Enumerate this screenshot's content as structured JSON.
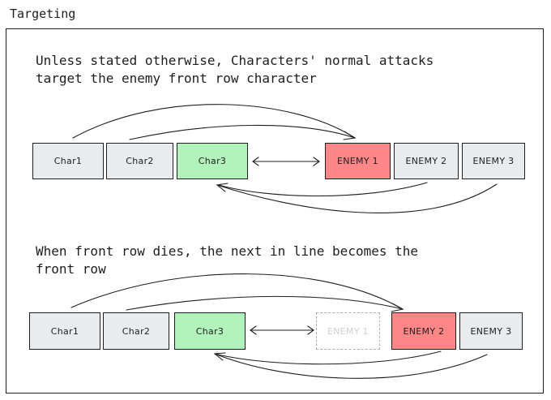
{
  "frame": {
    "title": "Targeting"
  },
  "section1": {
    "description": "Unless stated otherwise, Characters' normal attacks\ntarget the enemy front row character",
    "boxes": [
      "Char1",
      "Char2",
      "Char3",
      "ENEMY 1",
      "ENEMY 2",
      "ENEMY 3"
    ]
  },
  "section2": {
    "description": "When front row dies, the next in line becomes the\nfront row",
    "boxes": [
      "Char1",
      "Char2",
      "Char3",
      "ENEMY 1",
      "ENEMY 2",
      "ENEMY 3"
    ]
  },
  "colors": {
    "ally": "#e9ecef",
    "active_ally": "#b2f2bb",
    "front_enemy": "#ff8787",
    "enemy": "#e9ecef",
    "dead_enemy": "transparent"
  }
}
